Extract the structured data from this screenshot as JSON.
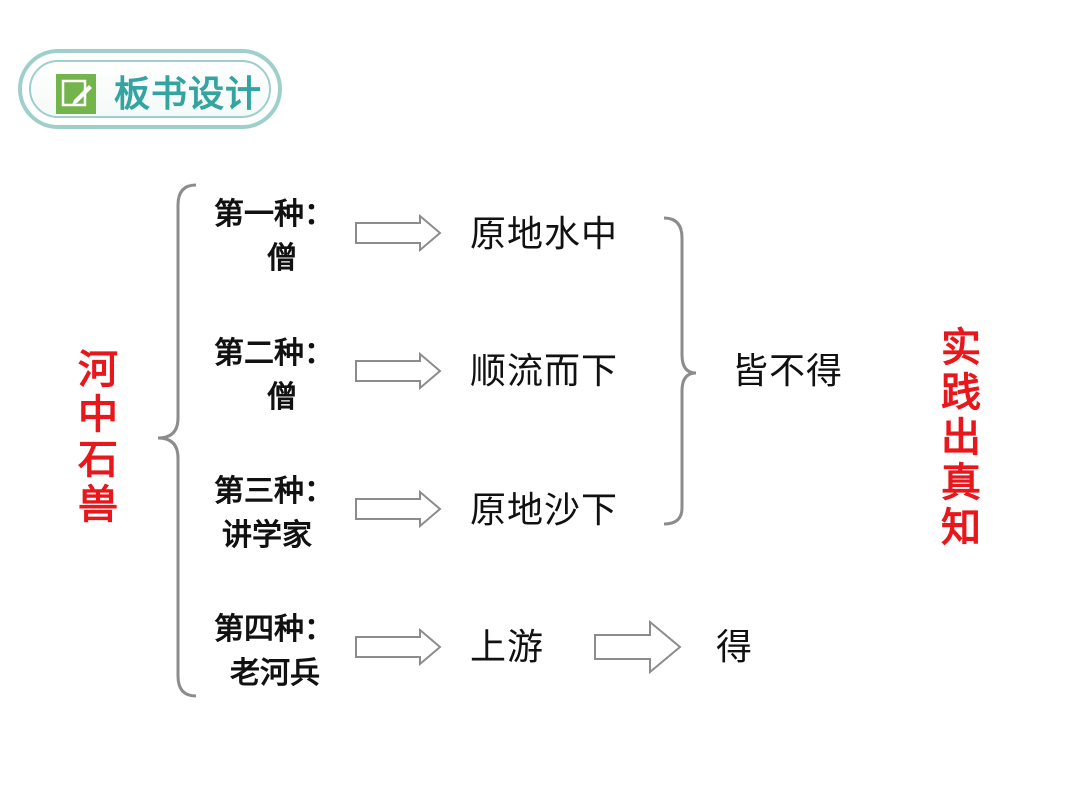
{
  "header": {
    "title": "板书设计",
    "icon": "pencil-icon",
    "border_color": "#9ecfca",
    "title_color": "#33a4a0"
  },
  "left_title": "河中石兽",
  "right_title": "实践出真知",
  "accent_red": "#e8171b",
  "types": [
    {
      "label": "第一种：",
      "who": "僧",
      "result": "原地水中"
    },
    {
      "label": "第二种：",
      "who": "僧",
      "result": "顺流而下"
    },
    {
      "label": "第三种：",
      "who": "讲学家",
      "result": "原地沙下"
    },
    {
      "label": "第四种：",
      "who": "老河兵",
      "result": "上游"
    }
  ],
  "group_conclusion": "皆不得",
  "fourth_conclusion": "得"
}
